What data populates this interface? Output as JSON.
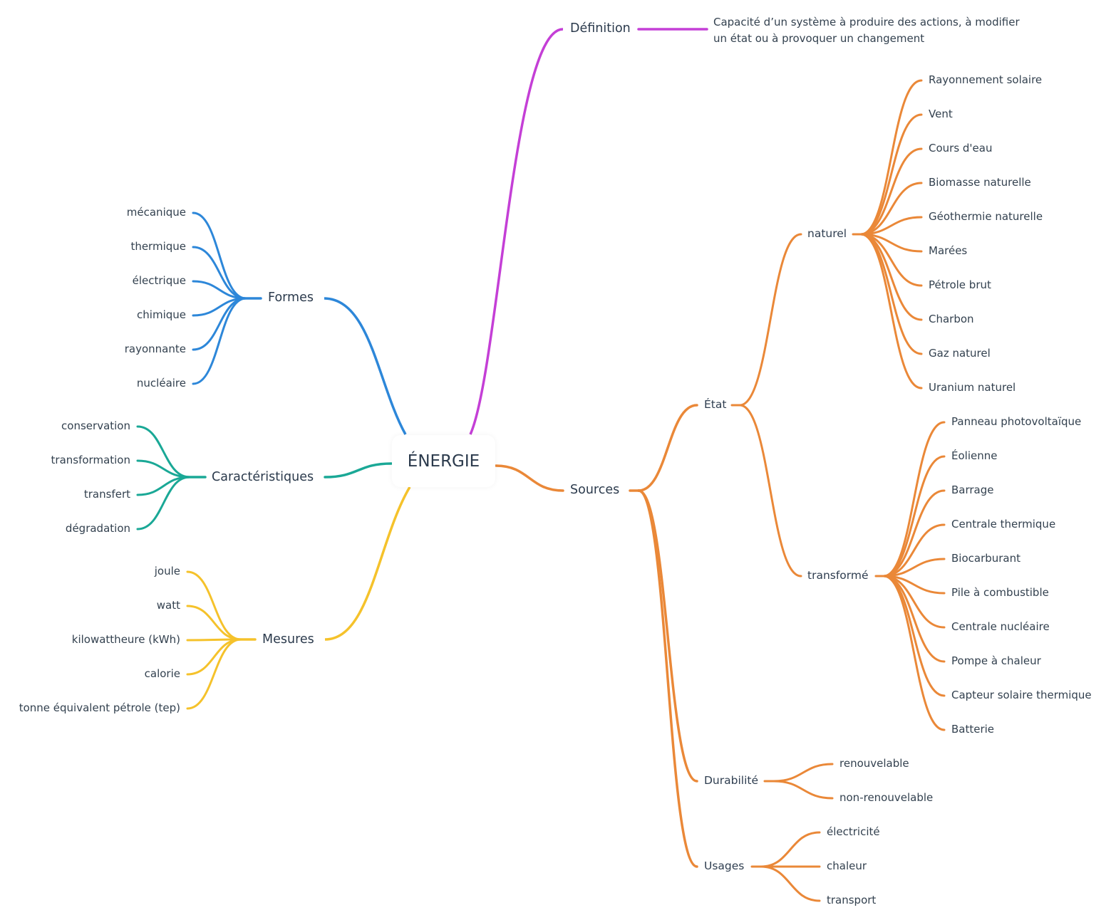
{
  "root": {
    "label": "ÉNERGIE"
  },
  "colors": {
    "definition": "#c43fd6",
    "formes": "#2d87d9",
    "caracteristiques": "#1aa896",
    "mesures": "#f5c22b",
    "sources": "#ea8838",
    "text": "#2b3a4c"
  },
  "definition": {
    "label": "Définition",
    "text_line1": "Capacité d’un système à produire des actions, à modifier",
    "text_line2": "un état ou à provoquer un changement"
  },
  "formes": {
    "label": "Formes",
    "children": [
      "mécanique",
      "thermique",
      "électrique",
      "chimique",
      "rayonnante",
      "nucléaire"
    ]
  },
  "caracteristiques": {
    "label": "Caractéristiques",
    "children": [
      "conservation",
      "transformation",
      "transfert",
      "dégradation"
    ]
  },
  "mesures": {
    "label": "Mesures",
    "children": [
      "joule",
      "watt",
      "kilowattheure (kWh)",
      "calorie",
      "tonne équivalent pétrole (tep)"
    ]
  },
  "sources": {
    "label": "Sources",
    "etat": {
      "label": "État",
      "naturel": {
        "label": "naturel",
        "children": [
          "Rayonnement solaire",
          "Vent",
          "Cours d'eau",
          "Biomasse naturelle",
          "Géothermie naturelle",
          "Marées",
          "Pétrole brut",
          "Charbon",
          "Gaz naturel",
          "Uranium naturel"
        ]
      },
      "transforme": {
        "label": "transformé",
        "children": [
          "Panneau photovoltaïque",
          "Éolienne",
          "Barrage",
          "Centrale thermique",
          "Biocarburant",
          "Pile à combustible",
          "Centrale nucléaire",
          "Pompe à chaleur",
          "Capteur solaire thermique",
          "Batterie"
        ]
      }
    },
    "durabilite": {
      "label": "Durabilité",
      "children": [
        "renouvelable",
        "non-renouvelable"
      ]
    },
    "usages": {
      "label": "Usages",
      "children": [
        "électricité",
        "chaleur",
        "transport"
      ]
    }
  }
}
